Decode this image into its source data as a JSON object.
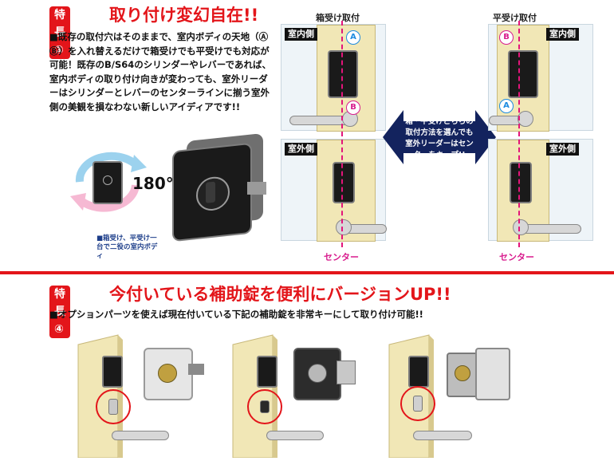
{
  "feature3": {
    "badge": "特長③",
    "title": "取り付け変幻自在!!",
    "body": "■既存の取付穴はそのままで、室内ボディの天地（Ⓐ Ⓑ）を入れ替えるだけで箱受けでも平受けでも対応が可能！既存のB/S64のシリンダーやレバーであれば、室内ボディの取り付け向きが変わっても、室外リーダーはシリンダーとレバーのセンターラインに揃う室外側の美観を損なわない新しいアイディアです!!",
    "rotation": "180°",
    "caption": "■箱受け、平受け一台で二役の室内ボディ",
    "left_panel": {
      "top_label": "箱受け取付",
      "indoor": "室内側",
      "outdoor": "室外側",
      "mark_a": "A",
      "mark_b": "B",
      "center": "センター"
    },
    "right_panel": {
      "top_label": "平受け取付",
      "indoor": "室内側",
      "outdoor": "室外側",
      "mark_a": "A",
      "mark_b": "B",
      "center": "センター"
    },
    "callout": "箱・平受けどちらの取付方法を選んでも室外リーダーはセンターをキープ!!"
  },
  "feature4": {
    "badge": "特長④",
    "title": "今付いている補助錠を便利にバージョンUP!!",
    "body": "■オプションパーツを使えば現在付いている下記の補助錠を非常キーにして取り付け可能!!"
  },
  "colors": {
    "accent_red": "#e3151a",
    "center_pink": "#e3157a",
    "mark_a_blue": "#1d8be0",
    "mark_b_pink": "#d81b8d",
    "wall_cream": "#f1e7b6"
  }
}
